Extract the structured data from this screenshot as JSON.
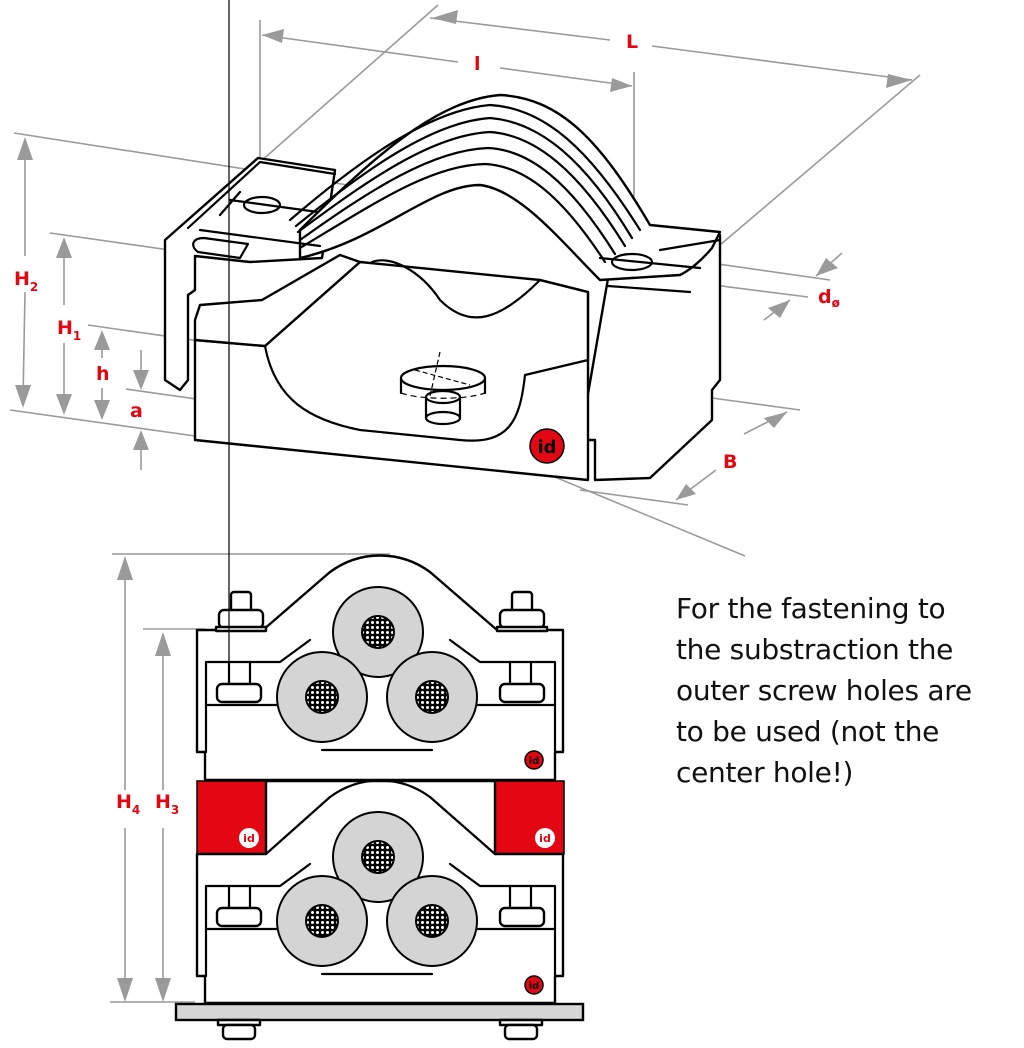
{
  "diagram": {
    "iso_view": {
      "dimension_labels": {
        "L": "L",
        "l": "l",
        "H2": {
          "main": "H",
          "sub": "2"
        },
        "H1": {
          "main": "H",
          "sub": "1"
        },
        "h": "h",
        "a": "a",
        "B": "B",
        "d": {
          "main": "d",
          "sub": "ø"
        }
      },
      "logo": "id"
    },
    "front_view": {
      "dimension_labels": {
        "H4": {
          "main": "H",
          "sub": "4"
        },
        "H3": {
          "main": "H",
          "sub": "3"
        }
      },
      "logos": [
        "id",
        "id",
        "id",
        "id"
      ],
      "cable_count_per_clamp": 3,
      "clamp_count": 2
    },
    "colors": {
      "accent_red": "#e30613",
      "dimension_gray": "#9a9a9a",
      "cable_gray": "#d4d4d4"
    },
    "note": {
      "lines": [
        "For the fastening to",
        "the substraction the",
        "outer screw holes are",
        "to be used (not the",
        "center hole!)"
      ]
    }
  }
}
